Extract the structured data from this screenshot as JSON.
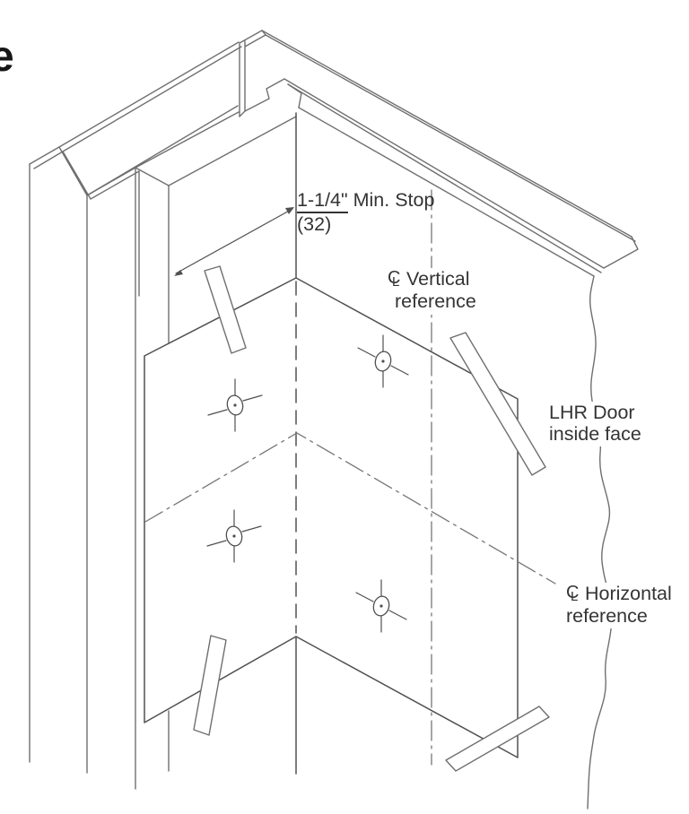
{
  "figure": {
    "caption_fragment": "e",
    "dimension": {
      "value": "1-1/4\"",
      "suffix": " Min. Stop",
      "metric": "(32)"
    },
    "centerline_symbol": {
      "c": "C",
      "l": "L"
    },
    "vertical_reference": {
      "line1": "Vertical",
      "line2": "reference"
    },
    "horizontal_reference": {
      "line1": "Horizontal",
      "line2": "reference"
    },
    "door_label": {
      "line1": "LHR Door",
      "line2": "inside face"
    },
    "colors": {
      "background": "#ffffff",
      "line": "#6f6f6f",
      "edge": "#505050",
      "centerline": "#757575",
      "text": "#343434"
    }
  }
}
